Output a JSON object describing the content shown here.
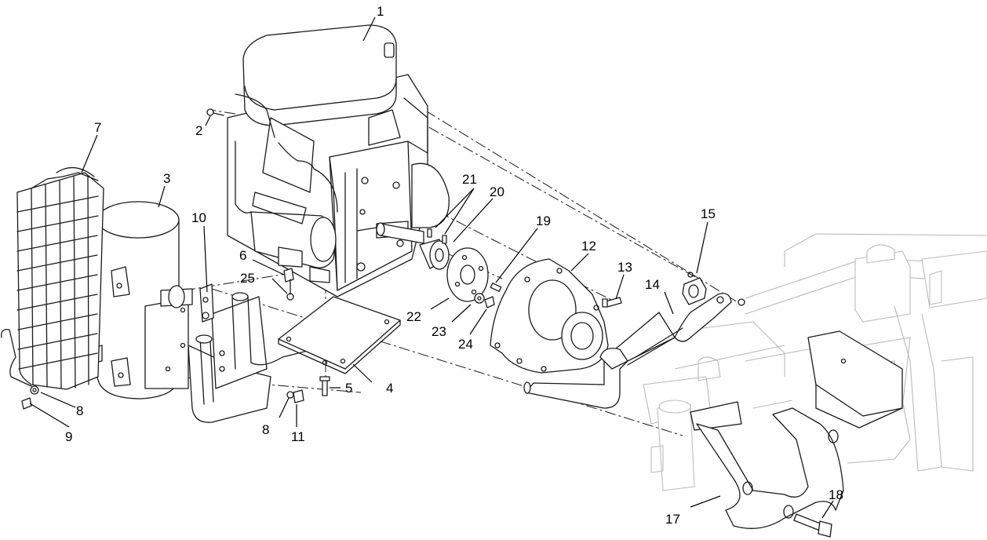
{
  "callouts": [
    {
      "id": "c1",
      "label": "1"
    },
    {
      "id": "c2",
      "label": "2"
    },
    {
      "id": "c3",
      "label": "3"
    },
    {
      "id": "c4",
      "label": "4"
    },
    {
      "id": "c5",
      "label": "5"
    },
    {
      "id": "c6",
      "label": "6"
    },
    {
      "id": "c7",
      "label": "7"
    },
    {
      "id": "c8a",
      "label": "8"
    },
    {
      "id": "c8b",
      "label": "8"
    },
    {
      "id": "c9",
      "label": "9"
    },
    {
      "id": "c10",
      "label": "10"
    },
    {
      "id": "c11",
      "label": "11"
    },
    {
      "id": "c12",
      "label": "12"
    },
    {
      "id": "c13",
      "label": "13"
    },
    {
      "id": "c14",
      "label": "14"
    },
    {
      "id": "c15",
      "label": "15"
    },
    {
      "id": "c17",
      "label": "17"
    },
    {
      "id": "c18",
      "label": "18"
    },
    {
      "id": "c19",
      "label": "19"
    },
    {
      "id": "c20",
      "label": "20"
    },
    {
      "id": "c21",
      "label": "21"
    },
    {
      "id": "c22",
      "label": "22"
    },
    {
      "id": "c23",
      "label": "23"
    },
    {
      "id": "c24",
      "label": "24"
    },
    {
      "id": "c25",
      "label": "25"
    }
  ],
  "colors": {
    "line": "#1a1a1a",
    "ghost": "#b9b9b9",
    "background": "#ffffff"
  }
}
